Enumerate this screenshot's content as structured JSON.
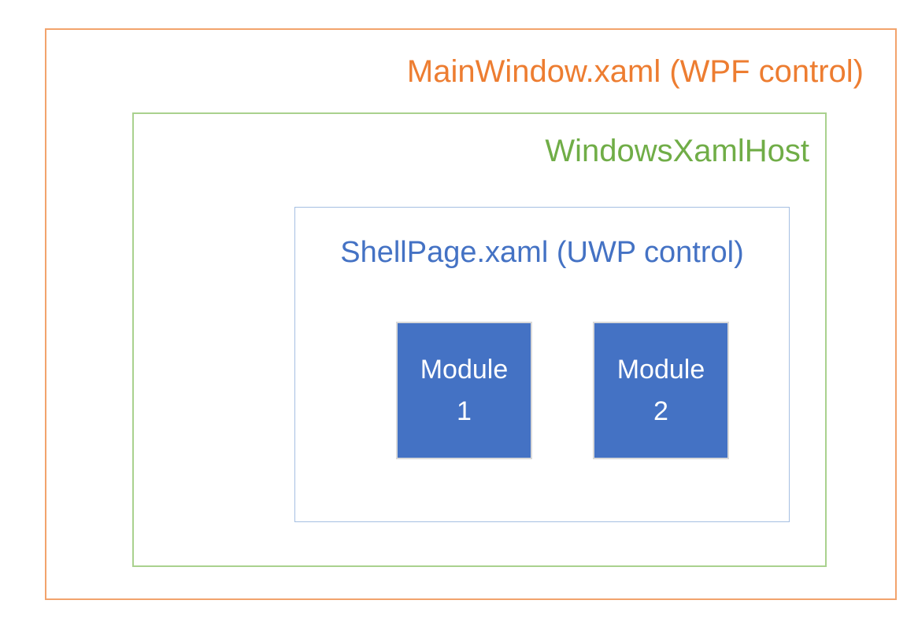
{
  "diagram": {
    "main_window": {
      "label": "MainWindow.xaml (WPF control)",
      "text_color": "#ED7D31",
      "border_color": "#F2A36C"
    },
    "xaml_host": {
      "label": "WindowsXamlHost",
      "text_color": "#70AD47",
      "border_color": "#A9D18E"
    },
    "shell_page": {
      "label": "ShellPage.xaml (UWP control)",
      "text_color": "#4472C4",
      "border_color": "#A5BFE2"
    },
    "modules": [
      {
        "line1": "Module",
        "line2": "1",
        "fill_color": "#4472C4",
        "border_color": "#D9D9D9",
        "text_color": "#FFFFFF"
      },
      {
        "line1": "Module",
        "line2": "2",
        "fill_color": "#4472C4",
        "border_color": "#D9D9D9",
        "text_color": "#FFFFFF"
      }
    ]
  }
}
